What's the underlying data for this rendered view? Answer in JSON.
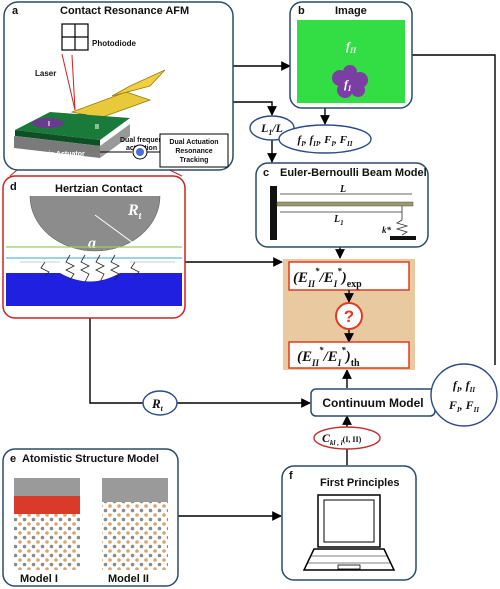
{
  "panel_a": {
    "letter": "a",
    "title": "Contact Resonance AFM",
    "laser_label": "Laser",
    "photodiode_label": "Photodiode",
    "actuator_label": "Ultrasonic Actuator",
    "region_I": "I",
    "region_II": "II",
    "dual_freq_label_1": "Dual frequency",
    "dual_freq_label_2": "actuation",
    "tracking_label_1": "Dual Actuation",
    "tracking_label_2": "Resonance",
    "tracking_label_3": "Tracking"
  },
  "panel_b": {
    "letter": "b",
    "title": "Image",
    "f_II": "f",
    "f_II_sub": "II",
    "f_I": "f",
    "f_I_sub": "I",
    "colors": {
      "background": "#33dd44",
      "blob": "#7b3fa3"
    }
  },
  "panel_c": {
    "letter": "c",
    "title": "Euler-Bernoulli Beam Model",
    "L": "L",
    "L1": "L",
    "L1_sub": "1",
    "k_star": "k*"
  },
  "panel_d": {
    "letter": "d",
    "title": "Hertzian Contact",
    "R_t": "R",
    "R_t_sub": "t",
    "a": "a"
  },
  "panel_e": {
    "letter": "e",
    "title": "Atomistic Structure Model",
    "model_I": "Model  I",
    "model_II": "Model  II"
  },
  "panel_f": {
    "letter": "f",
    "title": "First Principles"
  },
  "ratio_box": {
    "exp_sub": "exp",
    "th_sub": "th",
    "question": "?",
    "colors": {
      "background": "#e8c9a0",
      "border": "#e03b20"
    }
  },
  "continuum": {
    "label": "Continuum Model"
  },
  "ovals": {
    "L1_over_L": "L",
    "L1_sub": "1",
    "over_L": "/L",
    "R_t": "R",
    "R_t_sub": "t",
    "C_kl": "C",
    "C_kl_sub": "kl , i",
    "C_kl_suffix": "(I, II)"
  }
}
